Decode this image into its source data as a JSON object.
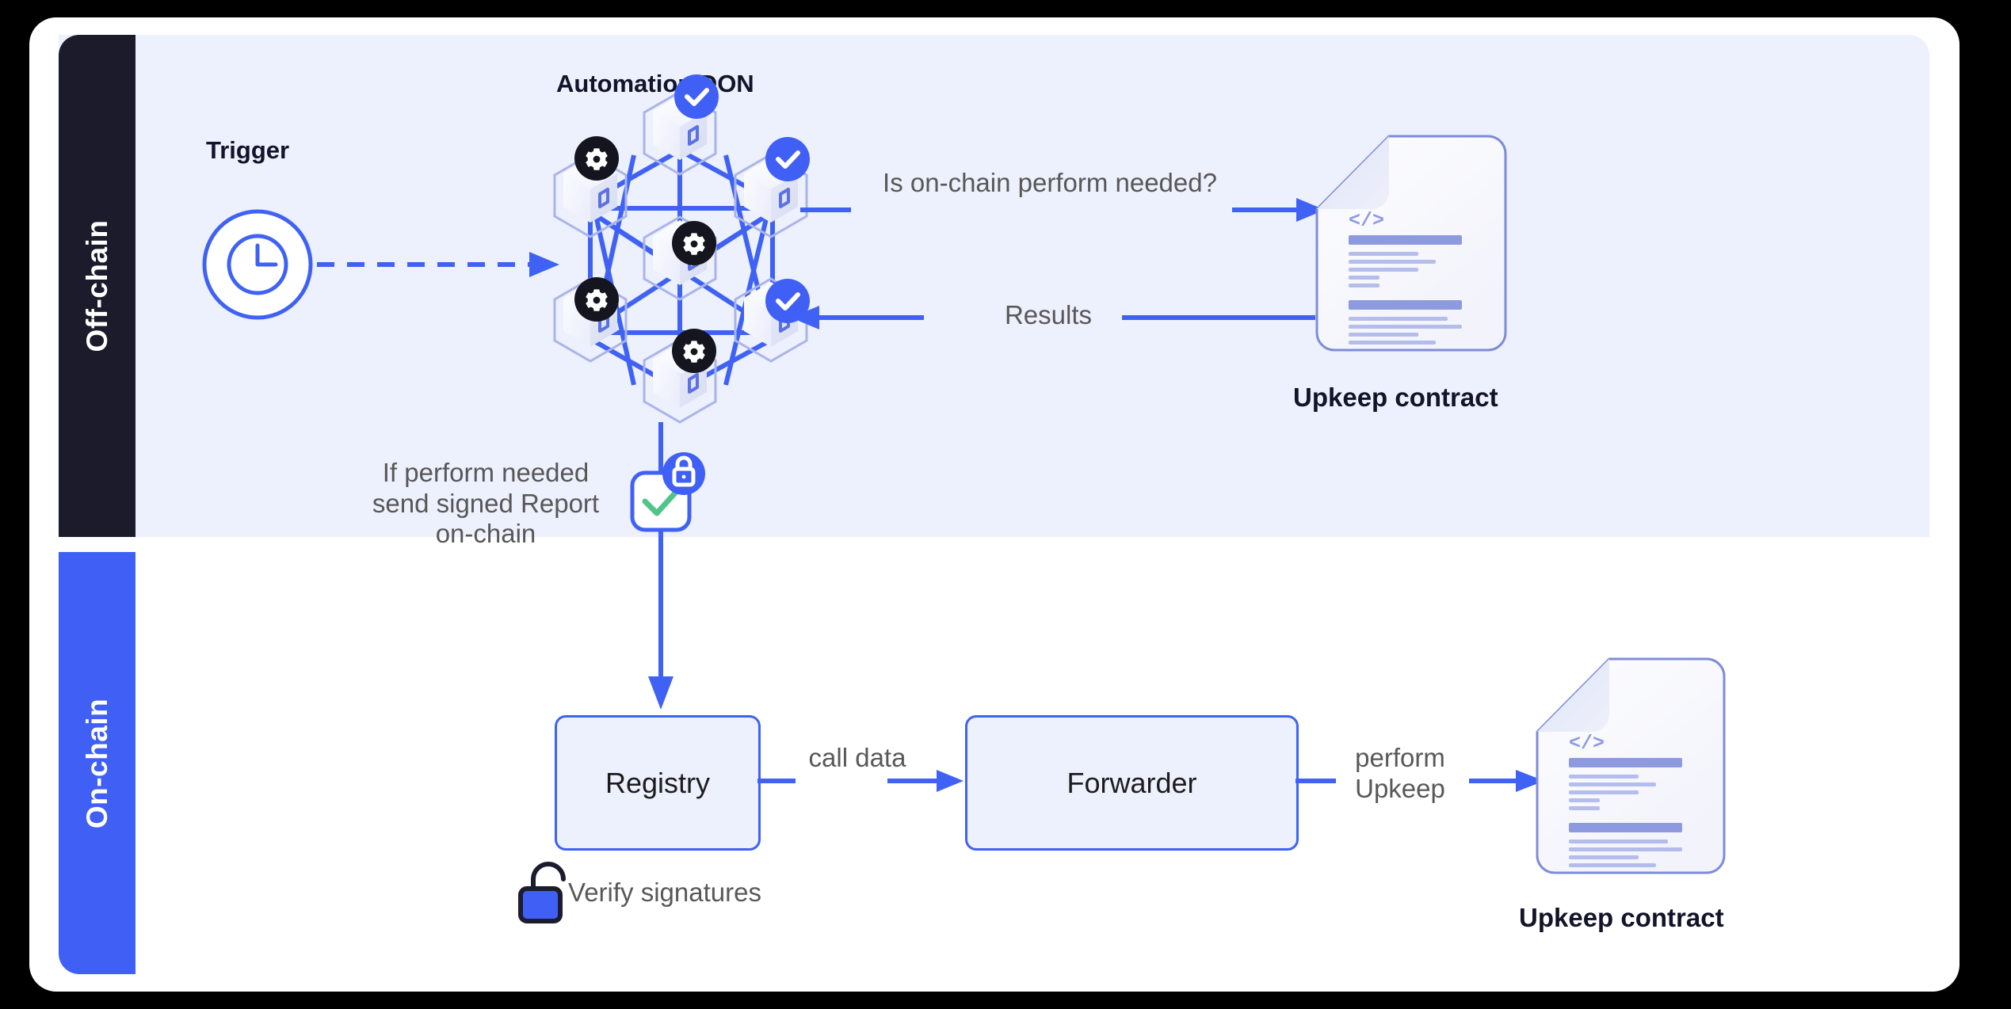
{
  "theme": {
    "accent_blue": "#3f62f4",
    "band_bg": "#edf0fd",
    "offchain_sidebar_bg": "#1b1b2b",
    "onchain_sidebar_bg": "#4060f5",
    "dark_text": "#13132a",
    "muted_text": "#585858",
    "check_green": "#52c48a",
    "doc_line": "#8d9ae0"
  },
  "bands": {
    "offchain_label": "Off-chain",
    "onchain_label": "On-chain"
  },
  "offchain": {
    "trigger_title": "Trigger",
    "trigger_icon": "clock-icon",
    "don_title": "Automation DON",
    "don_nodes": [
      {
        "id": "node-top",
        "badge": "check"
      },
      {
        "id": "node-upper-left",
        "badge": "gear"
      },
      {
        "id": "node-upper-right",
        "badge": "check"
      },
      {
        "id": "node-center",
        "badge": "gear"
      },
      {
        "id": "node-lower-left",
        "badge": "gear"
      },
      {
        "id": "node-lower-right",
        "badge": "check"
      },
      {
        "id": "node-bottom",
        "badge": "gear"
      }
    ],
    "query_label": "Is on-chain perform needed?",
    "results_label": "Results",
    "upkeep_contract_label": "Upkeep contract",
    "upkeep_contract_icon": "code-document-icon",
    "report_label": "If perform needed send signed Report on-chain",
    "report_icon": "signed-report-icon",
    "report_lock_icon": "lock-closed-icon"
  },
  "onchain": {
    "registry_label": "Registry",
    "forwarder_label": "Forwarder",
    "call_data_label": "call data",
    "perform_upkeep_label": "perform Upkeep",
    "verify_signatures_label": "Verify signatures",
    "verify_icon": "unlock-icon",
    "upkeep_contract_label": "Upkeep contract",
    "upkeep_contract_icon": "code-document-icon"
  }
}
